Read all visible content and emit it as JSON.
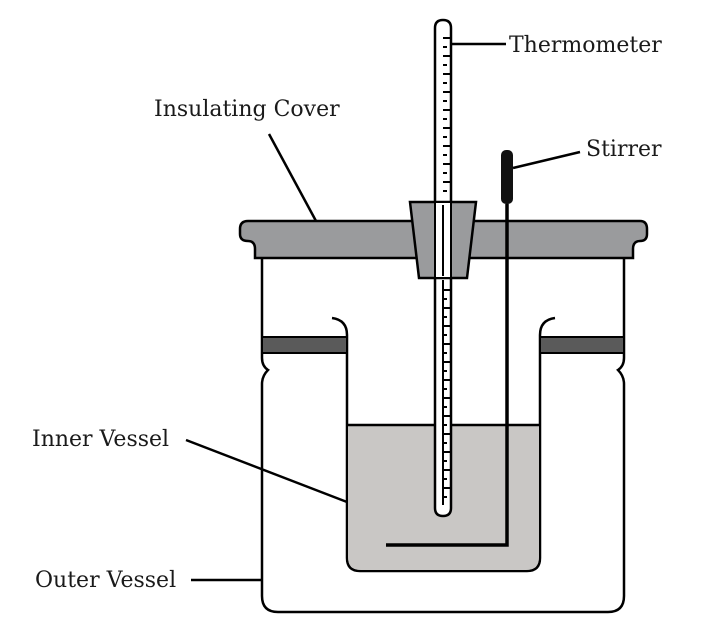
{
  "diagram": {
    "labels": {
      "thermometer": "Thermometer",
      "insulating_cover": "Insulating Cover",
      "stirrer": "Stirrer",
      "inner_vessel": "Inner Vessel",
      "outer_vessel": "Outer Vessel"
    },
    "colors": {
      "cover": "#9a9b9d",
      "liquid": "#c9c7c5",
      "ring": "#5a5a5a",
      "outline": "#000000"
    }
  }
}
